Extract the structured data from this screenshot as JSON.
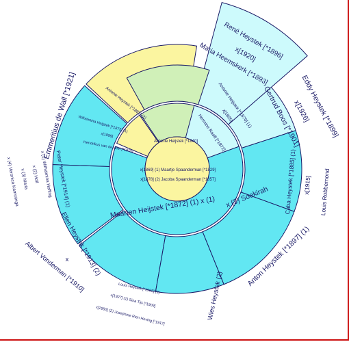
{
  "colors": {
    "yellow": "#fbf5a0",
    "green": "#d0f0b8",
    "pale_cyan": "#cdfafc",
    "cyan": "#62e7f2",
    "outline": "#1a1a66",
    "frame": "#cc1111"
  },
  "center": {
    "name": "Antonie Heijstek [*1840]",
    "marriage_1": "x[1869] (1) Maartje Spaanderman [*1829]",
    "marriage_2": "x[1878] (2) Jacoba Spaanderman [*1857]"
  },
  "ring1": {
    "left_top": {
      "name": "Antonie Heystek [*1882] (2)"
    },
    "left_mid": {
      "name": "Wilhelmina Heijstek [*1873] (1)",
      "marriage": "x[1899]",
      "spouse": "Hendrikus van de Wiel [*1875]"
    },
    "right_top": {
      "name": "Antonie Heijstek [*1870] (1)",
      "marriage": "x[1895]",
      "spouse": "Hermine Raaff [*1872]"
    },
    "bottom": {
      "name": "Maarten Heijstek [*1872] (1) x (1)",
      "marriage": "x (2) Soekirah"
    }
  },
  "ring2": {
    "emmeritius": {
      "name": "Emmeritius de Wall [*1921]"
    },
    "peter": {
      "name": "Peter Heystek [*1914] (1)",
      "m1": "x (1) Wilhelmina Hoffing",
      "m2": "x (2) Holl",
      "m3": "x (3) Maria",
      "m4": "x (4) Veronica Kamminga"
    },
    "ellen": {
      "name": "Ellen Heystek [*1913] (2)",
      "marriage": "x",
      "spouse": "Albert Vonderman [*1910]"
    },
    "louis": {
      "name": "Louis Heystek [*1903] (2)",
      "m1": "x[1927] (1) Sina Tijs [*1909]",
      "m2": "x[1950] (2) Josephine Rien Hoving [*1917]"
    },
    "wies": {
      "name": "Wies Heystek (2)"
    },
    "anton": {
      "name": "Anton Heystek [*1897] (1)"
    },
    "caba": {
      "name": "Caba Heystek [*1885] (1)",
      "marriage": "x[1915]",
      "spouse": "Louis Robbemond"
    },
    "eddy": {
      "name": "Eddy Heystek [*1899]",
      "marriage": "x[1926]",
      "spouse": "Gertrud Boos [*1901]"
    },
    "rene": {
      "name": "René Heystek [*1896]",
      "marriage": "x[1920]",
      "spouse": "Maria Heemskerk [*1893]"
    }
  }
}
